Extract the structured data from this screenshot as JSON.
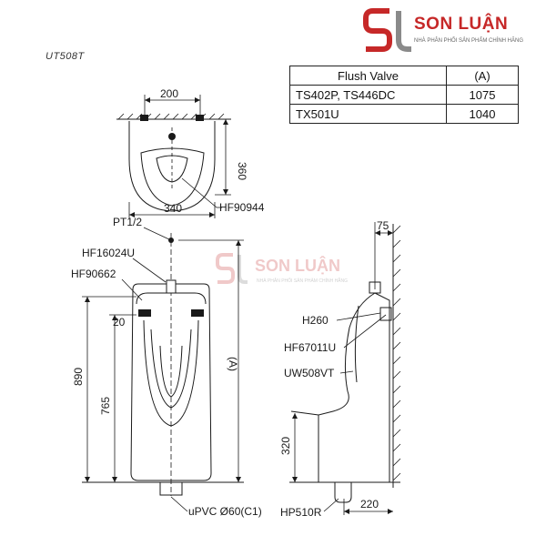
{
  "header": {
    "model": "UT508T",
    "brand_name": "SON LUẬN",
    "brand_tagline": "NHÀ PHÂN PHỐI SẢN PHẨM CHÍNH HÃNG",
    "brand_color": "#c62828"
  },
  "table": {
    "headers": [
      "Flush Valve",
      "(A)"
    ],
    "rows": [
      [
        "TS402P, TS446DC",
        "1075"
      ],
      [
        "TX501U",
        "1040"
      ]
    ]
  },
  "top_view": {
    "dim_width_top": "200",
    "dim_height": "360",
    "dim_width_bottom": "340",
    "part_label": "HF90944"
  },
  "front_view": {
    "pipe_label": "PT1/2",
    "part_top": "HF16024U",
    "part_valve": "HF90662",
    "dim_20": "20",
    "dim_890": "890",
    "dim_765": "765",
    "dim_a": "(A)",
    "drain_label": "uPVC Ø60(C1)"
  },
  "side_view": {
    "dim_75": "75",
    "label_h260": "H260",
    "label_hf67011u": "HF67011U",
    "label_uw508vt": "UW508VT",
    "dim_320": "320",
    "dim_220": "220",
    "label_hp510r": "HP510R"
  },
  "watermark": {
    "brand_name": "SON LUẬN",
    "brand_tagline": "NHÀ PHÂN PHỐI SẢN PHẨM CHÍNH HÃNG"
  }
}
